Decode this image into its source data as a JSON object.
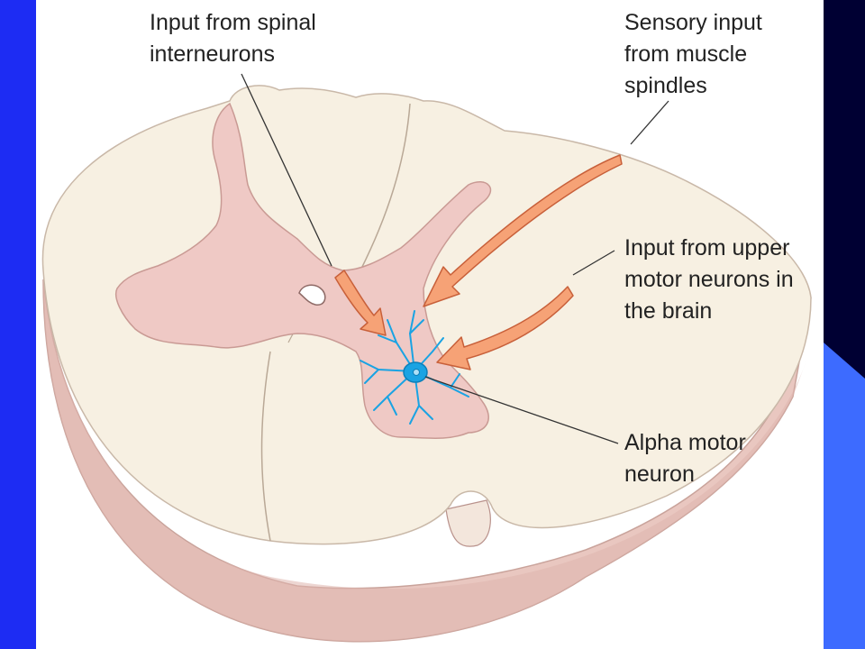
{
  "labels": {
    "interneurons": "Input from spinal\ninterneurons",
    "sensory": "Sensory input\nfrom muscle\nspindles",
    "upper_motor": "Input from upper\nmotor neurons in\nthe brain",
    "alpha": "Alpha motor\nneuron"
  },
  "colors": {
    "left_bar": "#1d2cf3",
    "right_bar_dark": "#000033",
    "right_bar_light": "#3d6bff",
    "white_matter": "#f7f0e2",
    "gray_matter": "#efc9c5",
    "outer_side": "#e9c7c0",
    "arrow": "#f6a276",
    "neuron": "#1aa3e3"
  }
}
